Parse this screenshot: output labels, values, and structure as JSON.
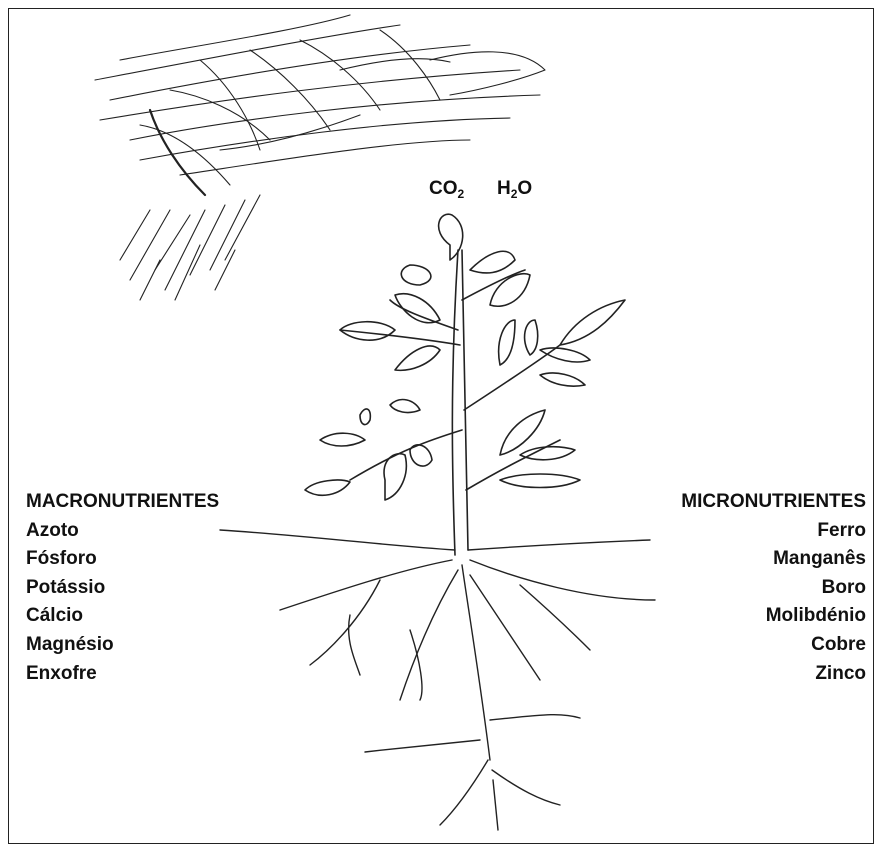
{
  "gases": {
    "co2": {
      "base": "CO",
      "sub": "2",
      "suffix": ""
    },
    "h2o": {
      "base": "H",
      "sub": "2",
      "suffix": "O"
    }
  },
  "macro": {
    "heading": "MACRONUTRIENTES",
    "items": [
      "Azoto",
      "Fósforo",
      "Potássio",
      "Cálcio",
      "Magnésio",
      "Enxofre"
    ]
  },
  "micro": {
    "heading": "MICRONUTRIENTES",
    "items": [
      "Ferro",
      "Manganês",
      "Boro",
      "Molibdénio",
      "Cobre",
      "Zinco"
    ]
  },
  "colors": {
    "ink": "#222222",
    "text": "#111111",
    "background": "#ffffff"
  },
  "illustration": [
    "cloud-sketch",
    "rain-sketch",
    "plant-sketch",
    "roots-sketch"
  ]
}
